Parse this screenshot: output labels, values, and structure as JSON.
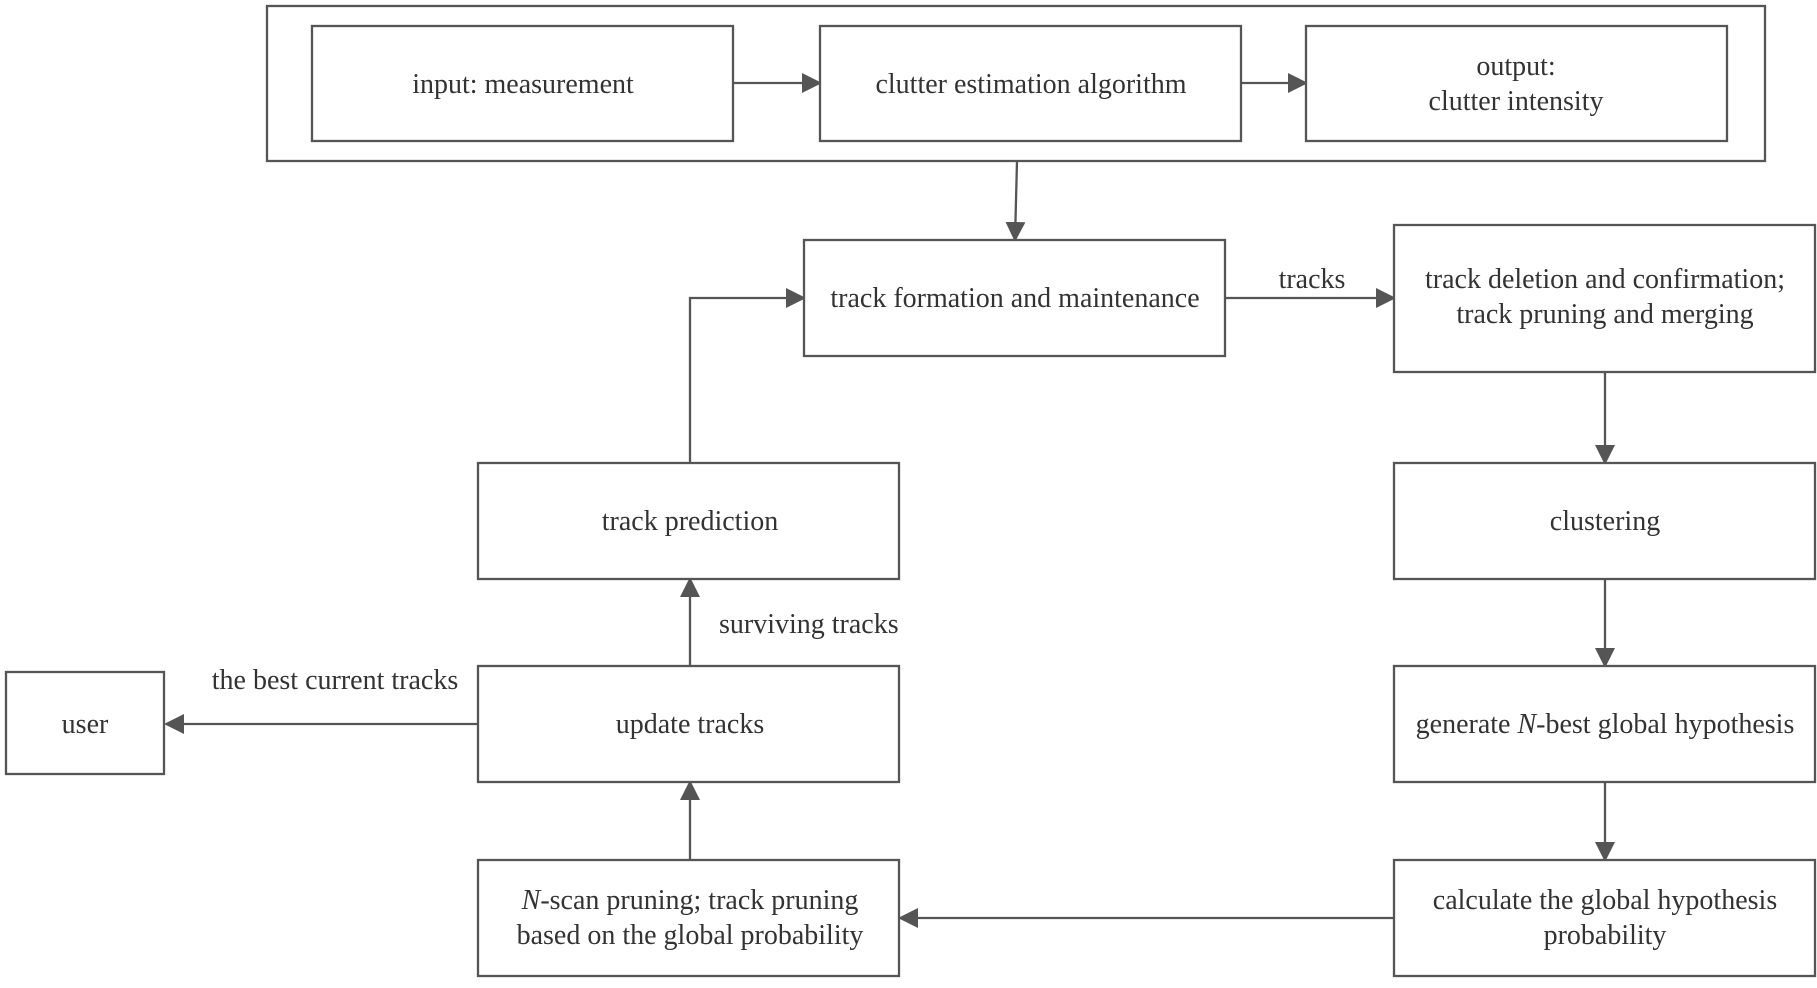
{
  "nodes": {
    "input": {
      "lines": [
        "input: measurement"
      ]
    },
    "clutter_algo": {
      "lines": [
        "clutter estimation algorithm"
      ]
    },
    "output": {
      "lines": [
        "output:",
        "clutter intensity"
      ]
    },
    "track_formation": {
      "lines": [
        "track formation and maintenance"
      ]
    },
    "track_deletion": {
      "lines": [
        "track deletion and confirmation;",
        "track pruning and merging"
      ]
    },
    "clustering": {
      "lines": [
        "clustering"
      ]
    },
    "generate_hyp": {
      "lines": [
        "generate ",
        "N",
        "-best global hypothesis"
      ]
    },
    "calc_prob": {
      "lines": [
        "calculate the global hypothesis",
        "probability"
      ]
    },
    "nscan": {
      "lines": [
        "N",
        "-scan pruning; track pruning",
        "based on the global probability"
      ]
    },
    "update_tracks": {
      "lines": [
        "update tracks"
      ]
    },
    "track_prediction": {
      "lines": [
        "track prediction"
      ]
    },
    "user": {
      "lines": [
        "user"
      ]
    }
  },
  "edge_labels": {
    "tracks": "tracks",
    "surviving_tracks": "surviving tracks",
    "best_current_tracks": "the best current tracks"
  }
}
